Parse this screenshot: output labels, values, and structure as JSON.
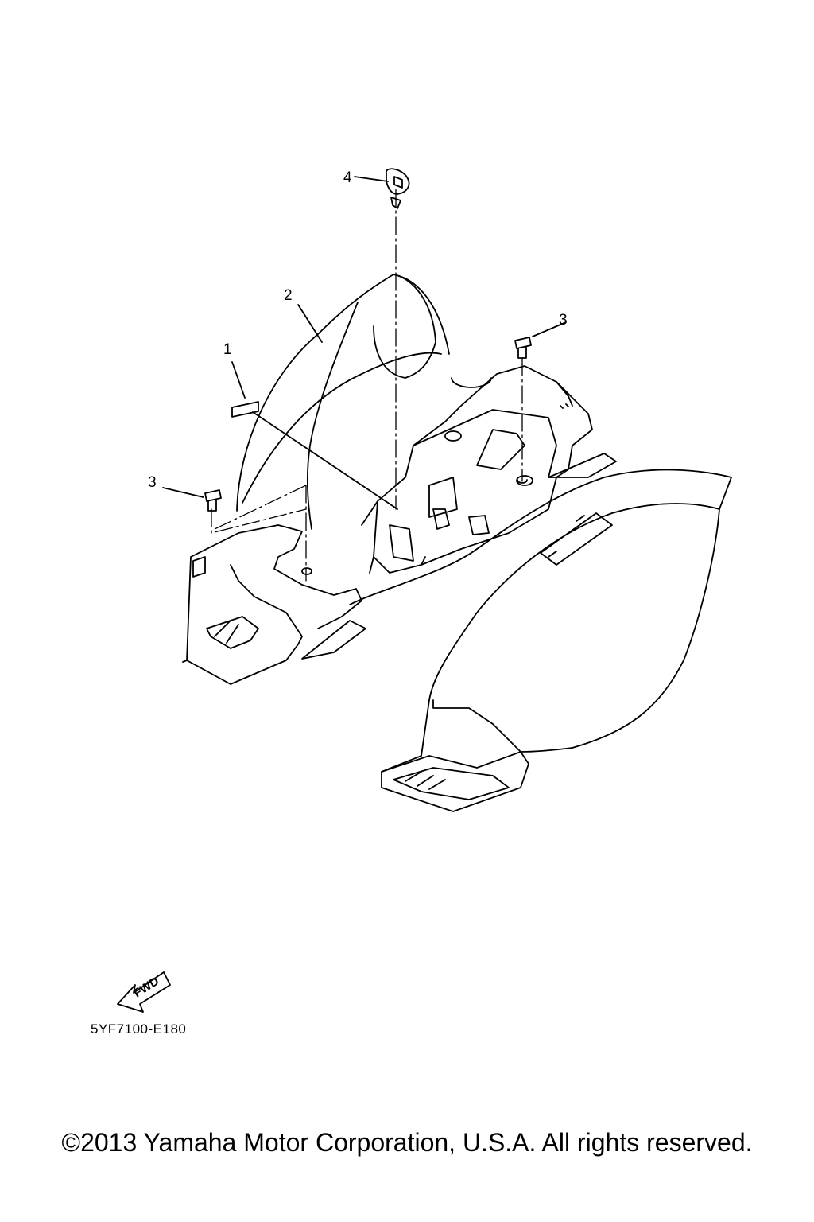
{
  "callouts": [
    {
      "number": "1"
    },
    {
      "number": "2"
    },
    {
      "number": "3"
    },
    {
      "number": "3"
    },
    {
      "number": "4"
    }
  ],
  "fwd_label": "FWD",
  "reference_code": "5YF7100-E180",
  "copyright": "©2013 Yamaha Motor Corporation, U.S.A. All rights reserved."
}
